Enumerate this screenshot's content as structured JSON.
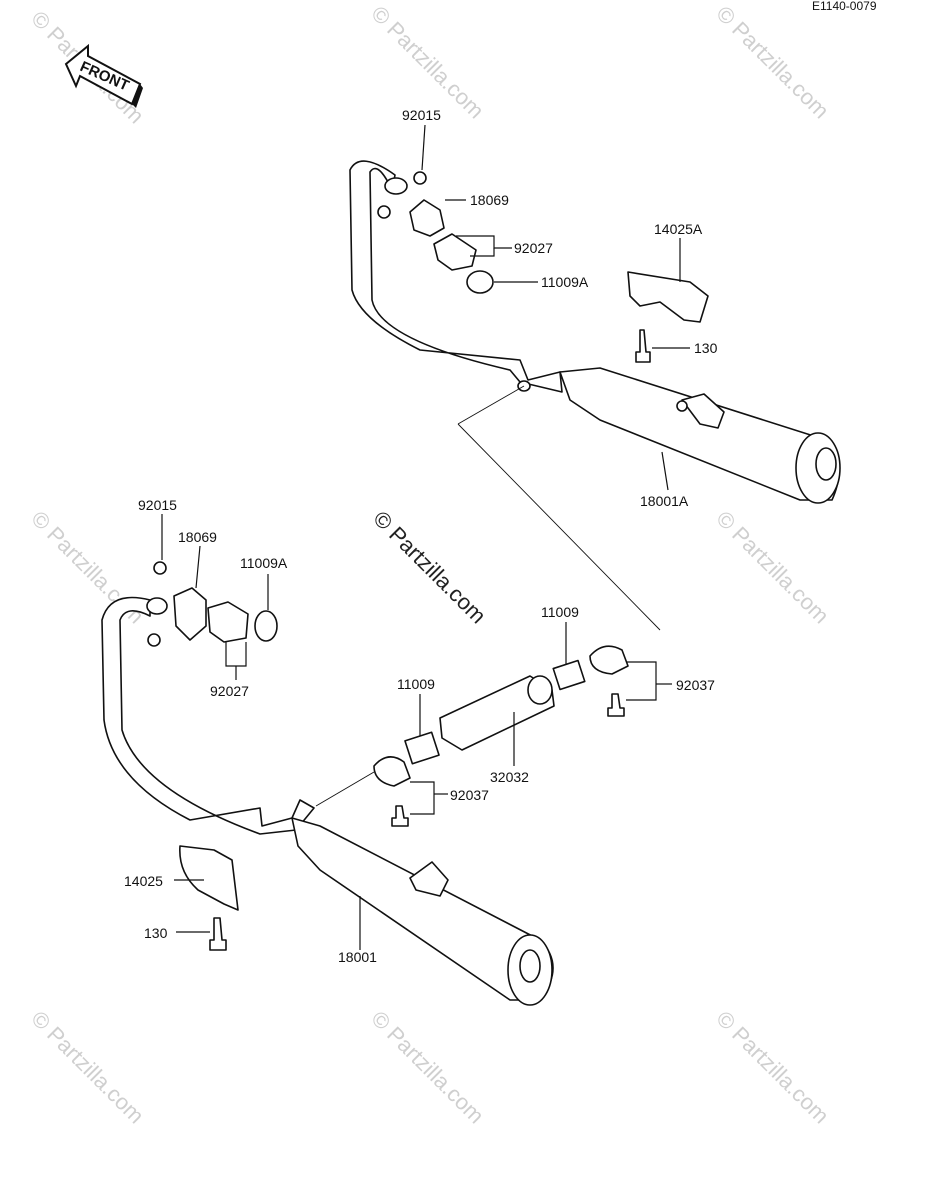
{
  "diagram_code": "E1140-0079",
  "front_label": "FRONT",
  "watermark_text": "© Partzilla.com",
  "center_watermark": "© Partzilla.com",
  "callouts": {
    "top_92015": "92015",
    "top_18069": "18069",
    "top_92027": "92027",
    "top_11009A": "11009A",
    "top_14025A": "14025A",
    "top_130": "130",
    "top_18001A": "18001A",
    "left_92015": "92015",
    "left_18069": "18069",
    "left_11009A": "11009A",
    "left_92027": "92027",
    "right_11009": "11009",
    "right_92037": "92037",
    "mid_11009": "11009",
    "mid_32032": "32032",
    "mid_92037": "92037",
    "bot_14025": "14025",
    "bot_130": "130",
    "bot_18001": "18001"
  }
}
